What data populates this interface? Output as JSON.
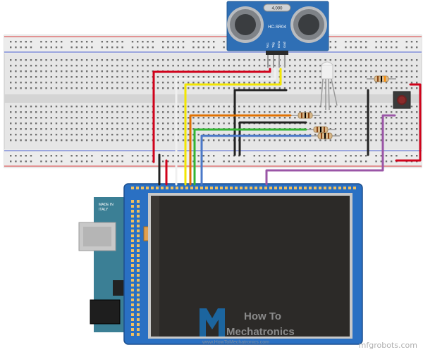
{
  "sensor": {
    "model_label": "HC-SR04",
    "crystal_label": "4.000",
    "pin_labels": [
      "Vcc",
      "Trig",
      "Echo",
      "Gnd"
    ]
  },
  "arduino": {
    "made_in_label": "MADE IN",
    "country_label": "ITALY"
  },
  "logo": {
    "line1": "How To",
    "line2": "Mechatronics",
    "url": "www.HowToMechatronics.com"
  },
  "watermark": "mfgrobots.com",
  "colors": {
    "breadboard": "#e8e8e8",
    "rail_red": "#d83a3a",
    "rail_blue": "#4a5fcf",
    "sensor": "#2f6fb5",
    "shield": "#2a70c3",
    "arduino": "#3b7f95",
    "screen": "#2c2a28",
    "wire_red": "#d0021b",
    "wire_black": "#222222",
    "wire_white": "#eeeeee",
    "wire_yellow": "#f2e600",
    "wire_orange": "#e07000",
    "wire_green": "#33b533",
    "wire_blue": "#4a78c8",
    "wire_purple": "#9a55a6"
  },
  "icons": [
    "ultrasonic-sensor-icon",
    "rgb-led-icon",
    "resistor-icon",
    "push-button-icon",
    "usb-connector-icon",
    "power-jack-icon"
  ]
}
